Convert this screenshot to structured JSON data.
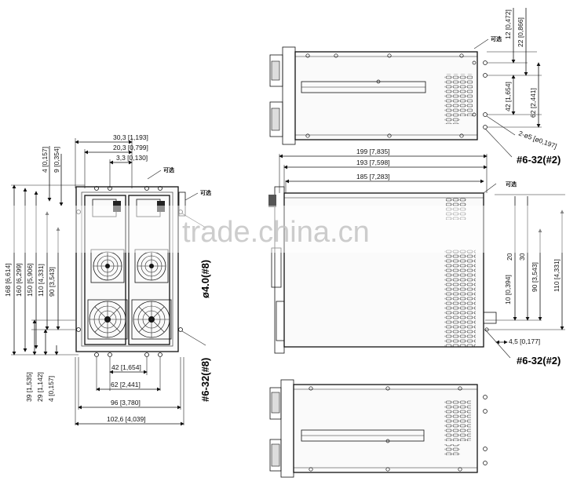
{
  "watermark": "trade.china.cn",
  "front_view": {
    "top_dims": [
      "30,3 [1,193]",
      "20,3 [0,799]",
      "3,3 [0,130]"
    ],
    "left_small_dims": [
      "4 [0,157]",
      "9 [0,354]"
    ],
    "left_dims": [
      "168 [6,614]",
      "160 [6,299]",
      "150 [5,906]",
      "110 [4,331]",
      "90 [3,543]"
    ],
    "bottom_left_dims": [
      "39 [1,535]",
      "29 [1,142]",
      "4 [0,157]"
    ],
    "bottom_dims": [
      "42 [1,654]",
      "62 [2,441]",
      "96 [3,780]",
      "102,6 [4,039]"
    ],
    "hole_callouts": [
      "ø4.0(#8)",
      "#6-32(#8)"
    ],
    "tags": [
      "可选",
      "可选"
    ]
  },
  "top_view": {
    "right_dims": [
      "12 [0,472]",
      "22 [0,866]",
      "42 [1,654]",
      "62 [2,441]"
    ],
    "hole_note": "2-ø5 [ø0,197]",
    "callout": "#6-32(#2)",
    "tag": "可选"
  },
  "side_view": {
    "top_dims": [
      "199 [7,835]",
      "193 [7,598]",
      "185 [7,283]"
    ],
    "right_dims": [
      "10 [0,394]",
      "20",
      "30",
      "90 [3,543]",
      "110 [4,331]",
      "4,5 [0,177]"
    ],
    "callout": "#6-32(#2)",
    "tag": "可选"
  },
  "bottom_view": {}
}
